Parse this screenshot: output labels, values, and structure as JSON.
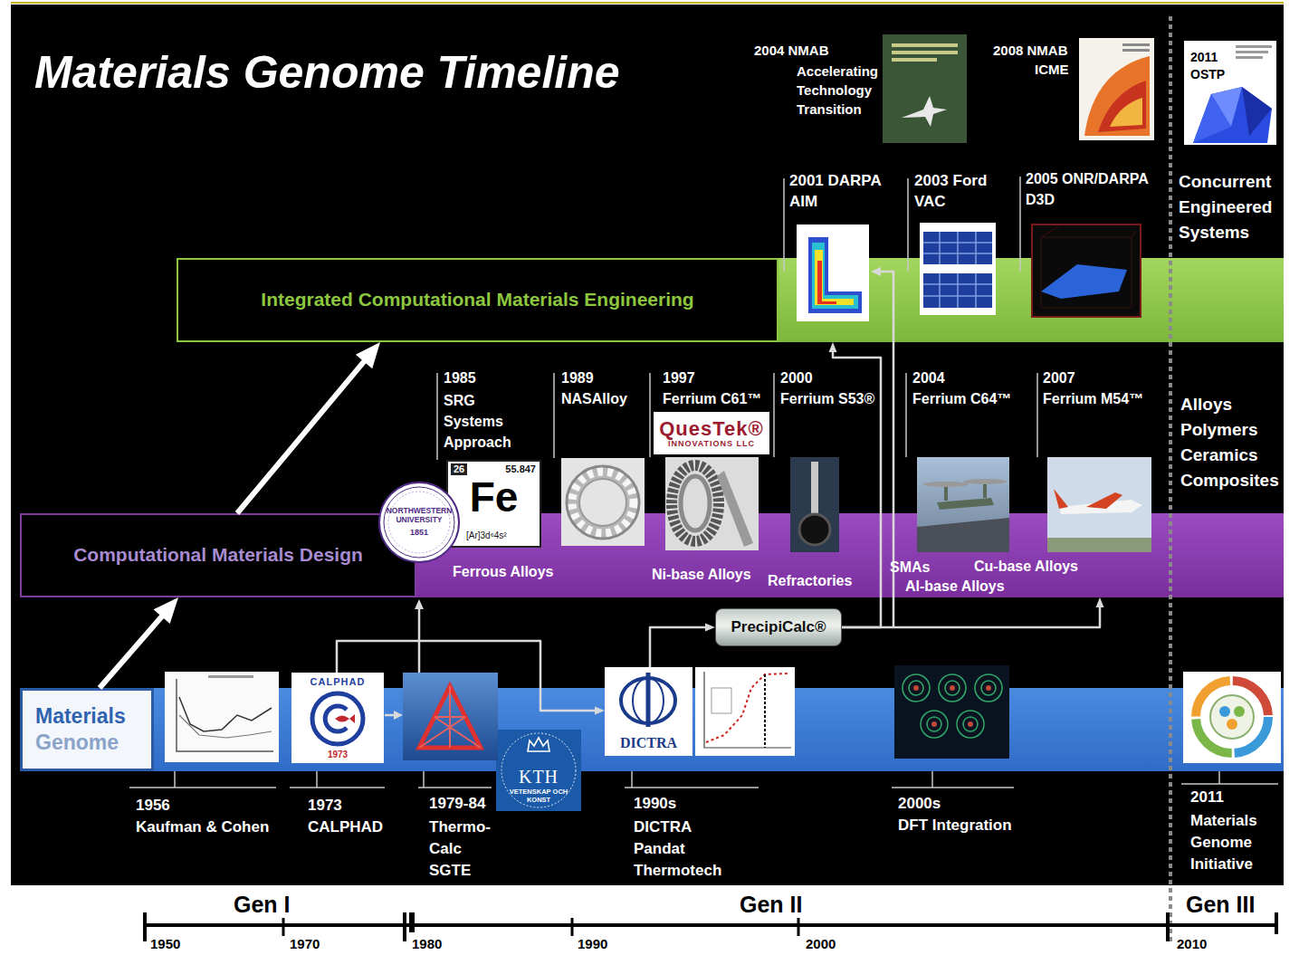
{
  "diagram": {
    "title": "Materials Genome Timeline",
    "nodes": [
      {
        "text": [
          "Integrated Computational Materials Engineering"
        ]
      },
      {
        "text": [
          "Computational Materials Design",
          "Ferrous Alloys",
          "Ni-base Alloys",
          "Refractories",
          "SMAs",
          "Cu-base Alloys",
          "Al-base Alloys"
        ]
      },
      {
        "text": [
          "QuesTek®",
          "INNOVATIONS LLC"
        ]
      },
      {
        "text": [
          "26",
          "55.847",
          "Fe",
          "[Ar]3d⁶4s²"
        ]
      },
      {
        "text": [
          "NORTHWESTERN UNIVERSITY",
          "1851"
        ]
      },
      {
        "text": [
          "PrecipiCalc®"
        ]
      },
      {
        "text": [
          "Materials",
          "Genome"
        ]
      },
      {
        "text": [
          "CALPHAD",
          "1973"
        ],
        "in": 6
      },
      {
        "text": [
          "DICTRA"
        ],
        "in": 6
      },
      {
        "text": [
          "KTH",
          "VETENSKAP OCH KONST"
        ]
      }
    ],
    "edges": [
      {
        "from": 6,
        "to": 1,
        "arrow": "to"
      },
      {
        "from": 1,
        "to": 0,
        "arrow": "to"
      },
      {
        "from": 7,
        "to": 8,
        "arrow": "to"
      },
      {
        "from": 8,
        "to": 5,
        "arrow": "to"
      },
      {
        "from": 5,
        "to": 0,
        "arrow": "to"
      },
      {
        "from": 5,
        "to": 1,
        "arrow": "to"
      }
    ],
    "labels": [
      "2004 NMAB",
      "Accelerating Technology Transition",
      "2008 NMAB",
      "ICME",
      "2011",
      "OSTP",
      "2001 DARPA",
      "AIM",
      "2003 Ford",
      "VAC",
      "2005 ONR/DARPA",
      "D3D",
      "Concurrent Engineered Systems",
      "1985",
      "SRG Systems Approach",
      "1989",
      "NASAlloy",
      "1997",
      "Ferrium C61™",
      "2000",
      "Ferrium S53®",
      "2004",
      "Ferrium C64™",
      "2007",
      "Ferrium M54™",
      "Alloys Polymers Ceramics Composites",
      "1956",
      "Kaufman & Cohen",
      "1973",
      "CALPHAD",
      "1979-84",
      "Thermo-Calc SGTE",
      "1990s",
      "DICTRA Pandat Thermotech",
      "2000s",
      "DFT Integration",
      "2011",
      "Materials Genome Initiative",
      "Gen I",
      "Gen II",
      "Gen III",
      "1950",
      "1970",
      "1980",
      "1990",
      "2000",
      "2010"
    ]
  }
}
